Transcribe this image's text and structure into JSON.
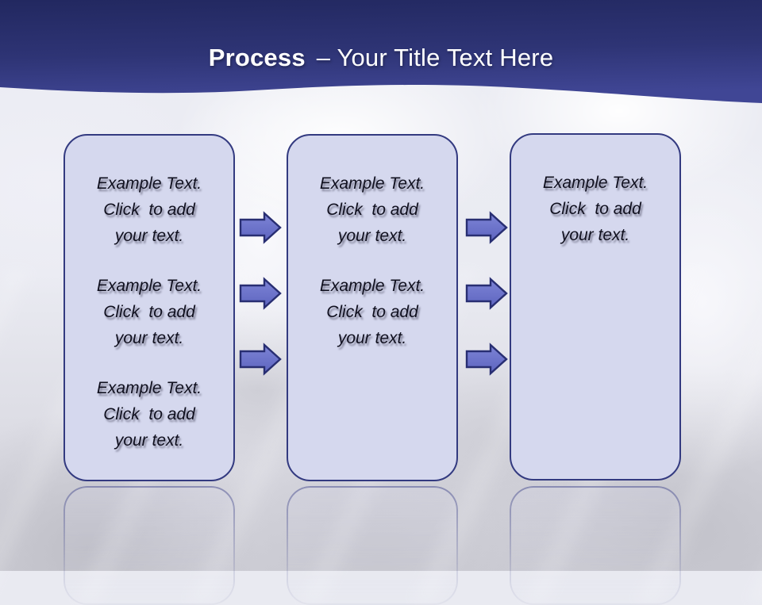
{
  "slide": {
    "title": {
      "keyword": "Process",
      "rest": "– Your Title Text Here"
    }
  },
  "columns": [
    {
      "id": "box-1",
      "paragraphs": [
        "Example Text.\nClick  to add\nyour text.",
        "Example Text.\nClick  to add\nyour text.",
        "Example Text.\nClick  to add\nyour text."
      ]
    },
    {
      "id": "box-2",
      "paragraphs": [
        "Example Text.\nClick  to add\nyour text.",
        "Example Text.\nClick  to add\nyour text."
      ]
    },
    {
      "id": "box-3",
      "paragraphs": [
        "Example Text.\nClick  to add\nyour text."
      ]
    }
  ],
  "arrows": {
    "count": 6,
    "direction": "right",
    "fill": "#6b72c9",
    "border": "#282e72"
  },
  "colors": {
    "header_top": "#222860",
    "header_bottom": "#404695",
    "title_text": "#ffffff",
    "box_fill": "#d5d8ee",
    "box_border": "#333a80",
    "body_text": "#10101f",
    "background_base": "#e9eaf1"
  }
}
